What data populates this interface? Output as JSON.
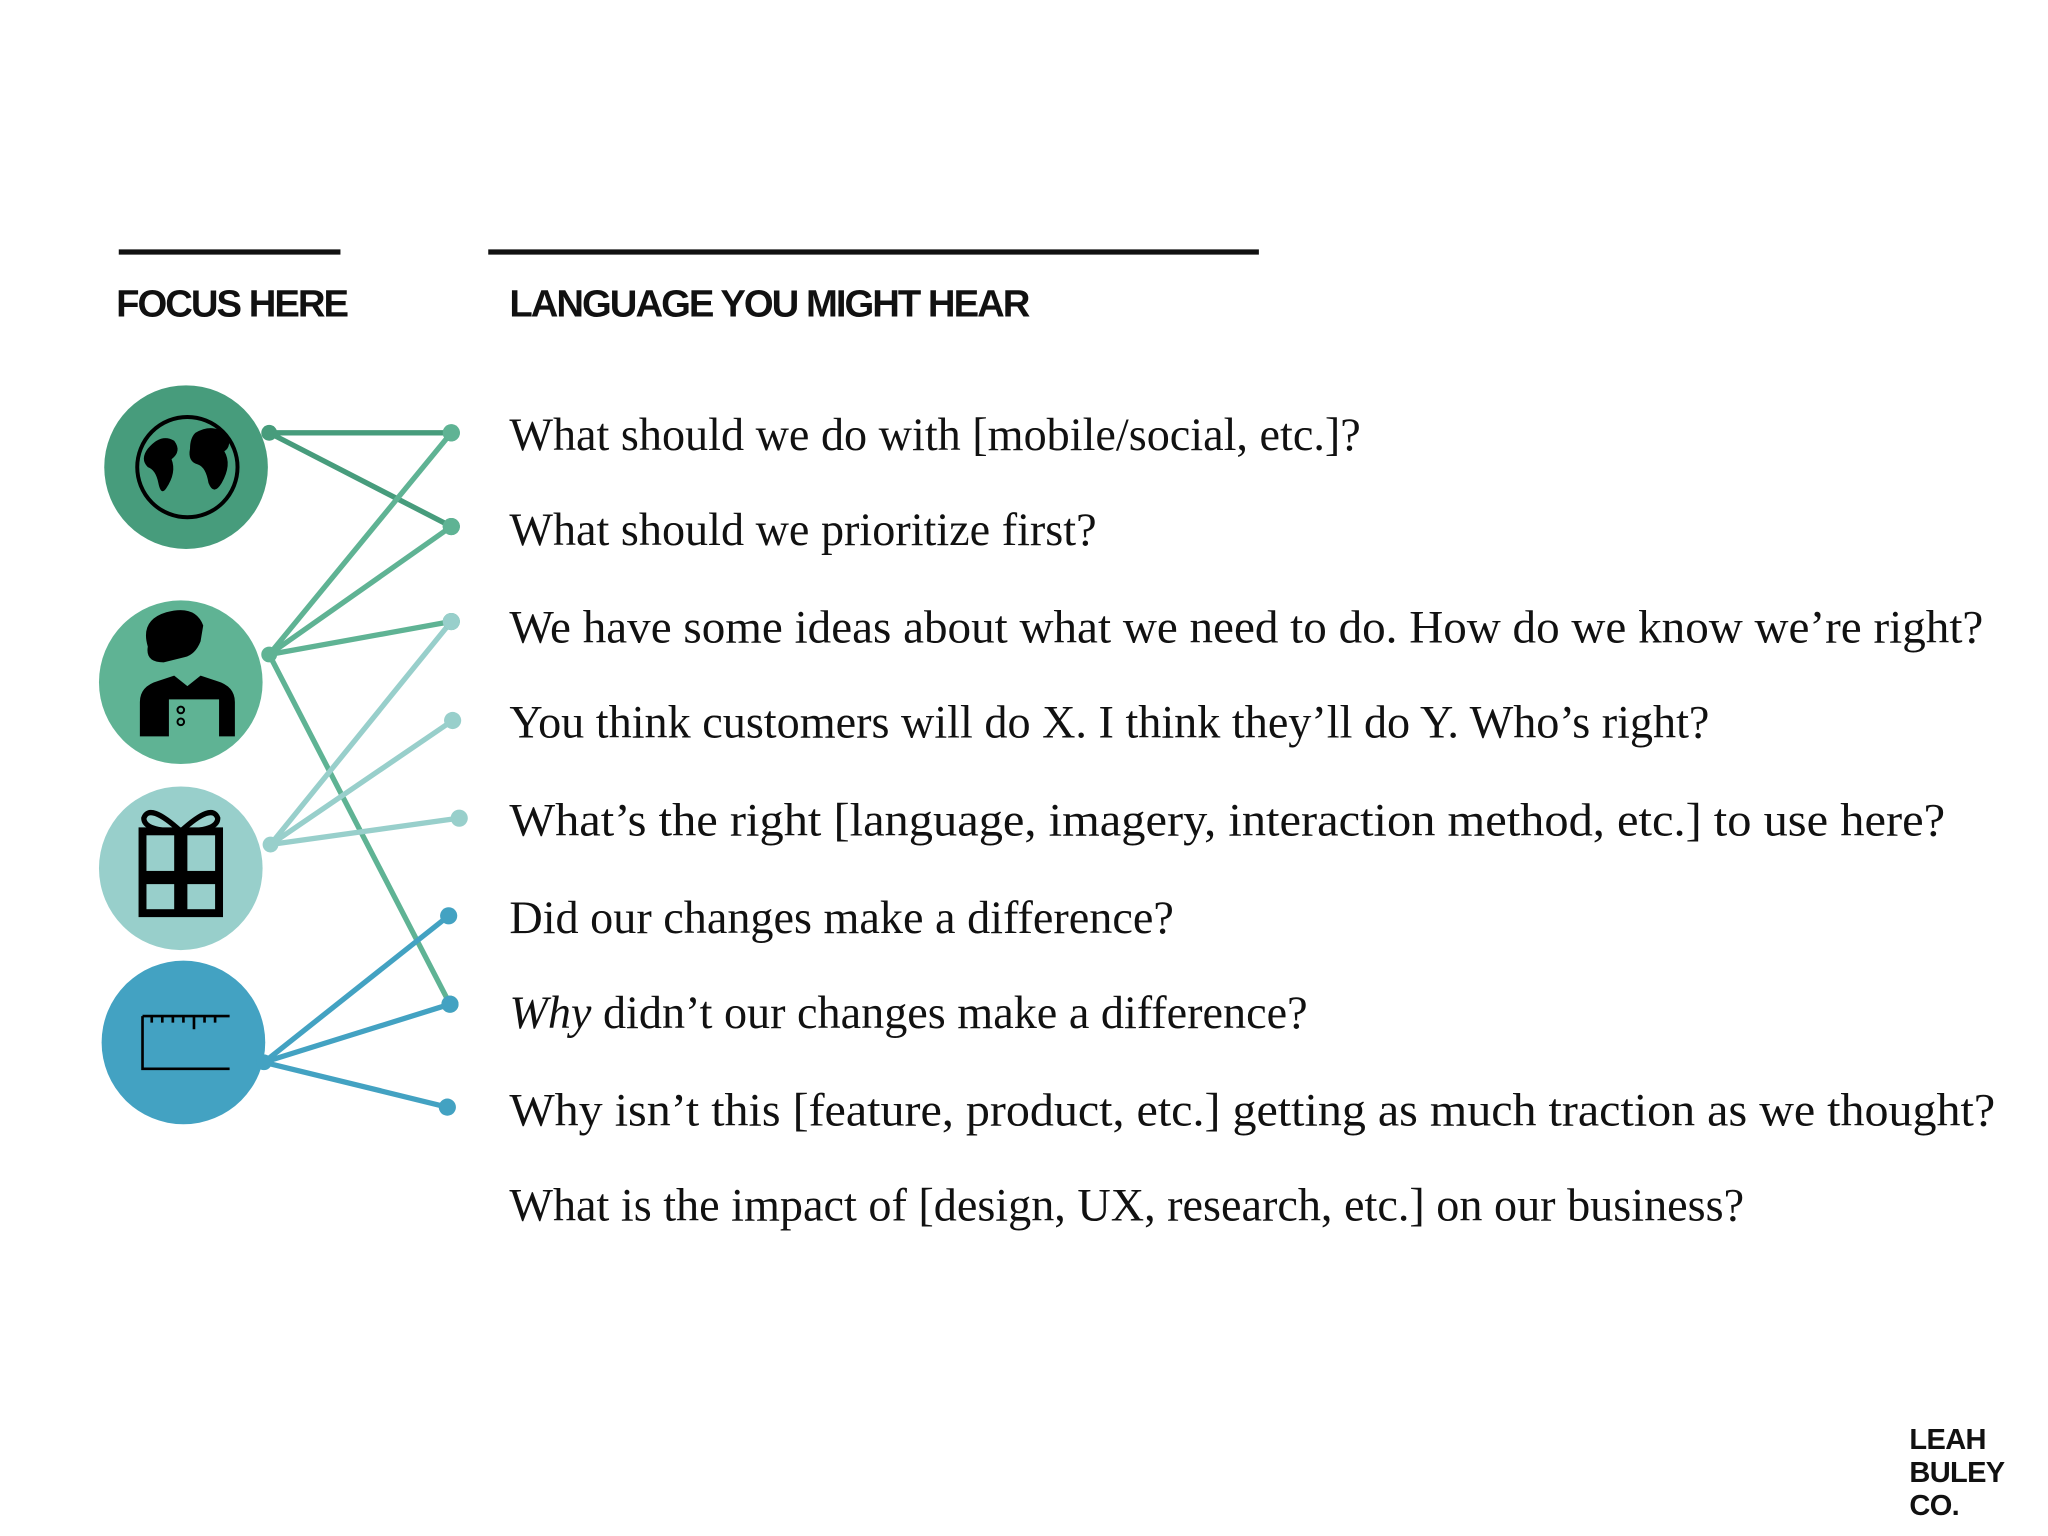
{
  "headers": {
    "focus": "FOCUS HERE",
    "language": "LANGUAGE YOU MIGHT HEAR"
  },
  "focus_areas": [
    {
      "icon": "globe-icon",
      "color": "#479c7c"
    },
    {
      "icon": "person-icon",
      "color": "#5fb394"
    },
    {
      "icon": "gift-icon",
      "color": "#98cfcb"
    },
    {
      "icon": "ruler-icon",
      "color": "#43a2c2"
    }
  ],
  "questions": [
    "What should we do with [mobile/social, etc.]?",
    "What should we prioritize first?",
    "We have some ideas about what we need to do. How do we know we’re right?",
    "You think customers will do X. I think they’ll do Y. Who’s right?",
    "What’s the right [language, imagery, interaction method, etc.] to use here?",
    "Did our changes make a difference?",
    {
      "emphasis": "Why",
      "rest": " didn’t our changes make a difference?"
    },
    "Why isn’t this [feature, product, etc.] getting as much traction as we thought?",
    "What is the impact of [design, UX, research, etc.] on our business?"
  ],
  "connections": [
    {
      "from": 0,
      "to": [
        0,
        1
      ]
    },
    {
      "from": 1,
      "to": [
        0,
        1,
        2,
        6
      ]
    },
    {
      "from": 2,
      "to": [
        2,
        3,
        4
      ]
    },
    {
      "from": 3,
      "to": [
        5,
        6,
        7
      ]
    }
  ],
  "logo": {
    "line1": "LEAH",
    "line2": "BULEY",
    "line3": "CO."
  }
}
